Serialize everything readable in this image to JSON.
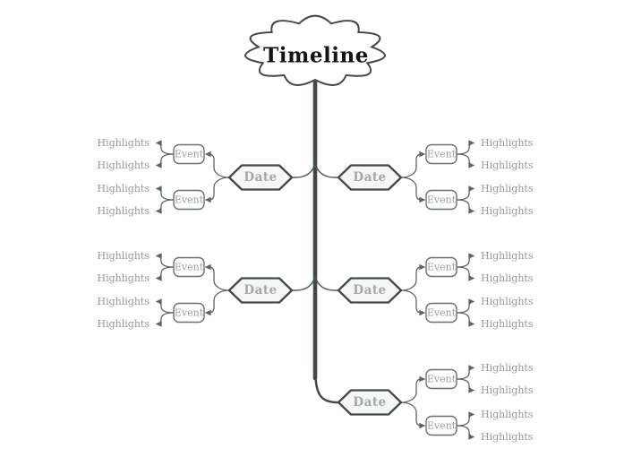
{
  "title": "Timeline",
  "colors": {
    "trunk": "#42494b",
    "connector": "#5d6465",
    "node_border": "#42494b",
    "event_border": "#6a7172",
    "date_fill": "#f4f7f6",
    "event_fill": "#fcfdfd",
    "title_text": "#141414",
    "date_text": "#a2a8a8",
    "event_text": "#9ba2a2",
    "highlight_text": "#939a9a",
    "background": "#ffffff"
  },
  "branches": [
    {
      "position": "upper-left",
      "date_label": "Date",
      "events": [
        {
          "label": "Event",
          "highlights": [
            "Highlights",
            "Highlights"
          ]
        },
        {
          "label": "Event",
          "highlights": [
            "Highlights",
            "Highlights"
          ]
        }
      ]
    },
    {
      "position": "upper-right",
      "date_label": "Date",
      "events": [
        {
          "label": "Event",
          "highlights": [
            "Highlights",
            "Highlights"
          ]
        },
        {
          "label": "Event",
          "highlights": [
            "Highlights",
            "Highlights"
          ]
        }
      ]
    },
    {
      "position": "middle-left",
      "date_label": "Date",
      "events": [
        {
          "label": "Event",
          "highlights": [
            "Highlights",
            "Highlights"
          ]
        },
        {
          "label": "Event",
          "highlights": [
            "Highlights",
            "Highlights"
          ]
        }
      ]
    },
    {
      "position": "middle-right",
      "date_label": "Date",
      "events": [
        {
          "label": "Event",
          "highlights": [
            "Highlights",
            "Highlights"
          ]
        },
        {
          "label": "Event",
          "highlights": [
            "Highlights",
            "Highlights"
          ]
        }
      ]
    },
    {
      "position": "bottom-right",
      "date_label": "Date",
      "events": [
        {
          "label": "Event",
          "highlights": [
            "Highlights",
            "Highlights"
          ]
        },
        {
          "label": "Event",
          "highlights": [
            "Highlights",
            "Highlights"
          ]
        }
      ]
    }
  ]
}
